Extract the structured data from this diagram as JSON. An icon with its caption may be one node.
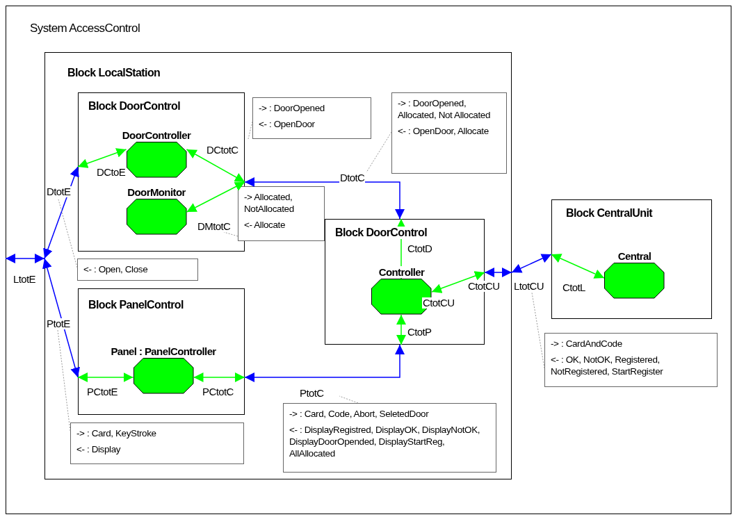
{
  "diagram": {
    "nodes": [
      {
        "text": [
          "System AccessControl"
        ]
      },
      {
        "text": [
          "Block LocalStation"
        ],
        "in": 0
      },
      {
        "text": [
          "Block DoorControl"
        ],
        "in": 1
      },
      {
        "text": [
          "DoorController"
        ],
        "in": 2
      },
      {
        "text": [
          "DoorMonitor"
        ],
        "in": 2
      },
      {
        "text": [
          "Block DoorControl"
        ],
        "in": 1
      },
      {
        "text": [
          "Controller"
        ],
        "in": 5
      },
      {
        "text": [
          "Block PanelControl"
        ],
        "in": 1
      },
      {
        "text": [
          "Panel : PanelController"
        ],
        "in": 7
      },
      {
        "text": [
          "Block CentralUnit"
        ],
        "in": 0
      },
      {
        "text": [
          "Central"
        ],
        "in": 9
      },
      {
        "text": [
          "-> : DoorOpened",
          "<- : OpenDoor"
        ],
        "in": 1
      },
      {
        "text": [
          "-> : DoorOpened, Allocated, Not Allocated",
          "<- : OpenDoor, Allocate"
        ],
        "in": 1
      },
      {
        "text": [
          "-> Allocated, NotAllocated",
          "<- Allocate"
        ],
        "in": 1
      },
      {
        "text": [
          "<- : Open, Close"
        ],
        "in": 1
      },
      {
        "text": [
          "-> : Card, KeyStroke",
          "<- : Display"
        ],
        "in": 1
      },
      {
        "text": [
          "-> : Card, Code, Abort, SeletedDoor",
          "<- : DisplayRegistred, DisplayOK, DisplayNotOK, DisplayDoorOpended, DisplayStartReg, AllAllocated"
        ],
        "in": 1
      },
      {
        "text": [
          "-> : CardAndCode",
          "<- : OK, NotOK, Registered, NotRegistered, StartRegister"
        ],
        "in": 0
      }
    ],
    "edges": [
      {
        "from": 3,
        "to": 2,
        "arrow": "both",
        "label": "DCtoE"
      },
      {
        "from": 3,
        "to": 2,
        "arrow": "both",
        "label": "DCtotC"
      },
      {
        "from": 4,
        "to": 2,
        "arrow": "both",
        "label": "DMtotC"
      },
      {
        "from": 2,
        "to": 1,
        "arrow": "both",
        "label": "DtotE",
        "color": "#0000ff"
      },
      {
        "from": 1,
        "to": 0,
        "arrow": "both",
        "label": "LtotE",
        "color": "#0000ff"
      },
      {
        "from": 7,
        "to": 1,
        "arrow": "both",
        "label": "PtotE",
        "color": "#0000ff"
      },
      {
        "from": 8,
        "to": 7,
        "arrow": "both",
        "label": "PCtotE"
      },
      {
        "from": 8,
        "to": 7,
        "arrow": "both",
        "label": "PCtotC"
      },
      {
        "from": 2,
        "to": 5,
        "arrow": "both",
        "label": "DtotC",
        "color": "#0000ff"
      },
      {
        "from": 7,
        "to": 5,
        "arrow": "both",
        "label": "PtotC",
        "color": "#0000ff"
      },
      {
        "from": 6,
        "to": 5,
        "arrow": "both",
        "label": "CtotD"
      },
      {
        "from": 6,
        "to": 5,
        "arrow": "both",
        "label": "CtotP"
      },
      {
        "from": 6,
        "to": 5,
        "arrow": "both",
        "label": "CtotCU"
      },
      {
        "from": 5,
        "to": 1,
        "arrow": "both",
        "label": "CtotCU",
        "color": "#0000ff"
      },
      {
        "from": 1,
        "to": 9,
        "arrow": "both",
        "label": "LtotCU",
        "color": "#0000ff"
      },
      {
        "from": 10,
        "to": 9,
        "arrow": "both",
        "label": "CtotL"
      },
      {
        "from": 11,
        "to": null,
        "arrow": "none",
        "style": "dashed",
        "color": "#999999"
      },
      {
        "from": 12,
        "to": null,
        "arrow": "none",
        "style": "dashed",
        "color": "#999999"
      },
      {
        "from": 13,
        "to": null,
        "arrow": "none",
        "style": "dashed",
        "color": "#999999"
      },
      {
        "from": 14,
        "to": null,
        "arrow": "none",
        "style": "dashed",
        "color": "#999999"
      },
      {
        "from": 15,
        "to": null,
        "arrow": "none",
        "style": "dashed",
        "color": "#999999"
      },
      {
        "from": 16,
        "to": null,
        "arrow": "none",
        "style": "dashed",
        "color": "#999999"
      },
      {
        "from": 17,
        "to": null,
        "arrow": "none",
        "style": "dashed",
        "color": "#999999"
      }
    ]
  }
}
